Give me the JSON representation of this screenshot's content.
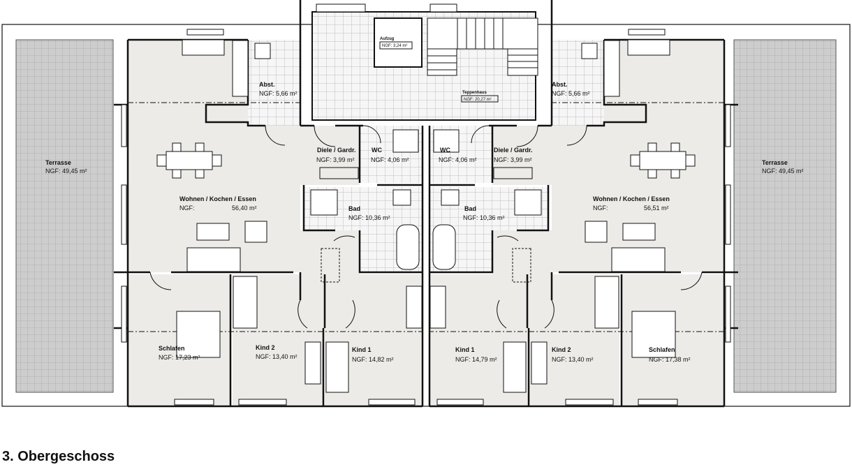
{
  "plan": {
    "title": "3. Obergeschoss",
    "colors": {
      "floor": "#ecebe8",
      "tile": "#f4f4f4",
      "terrace": "#cfcfcf",
      "wall": "#111111"
    },
    "core": {
      "elevator": {
        "name": "Aufzug",
        "area": "NGF: 3,24 m²"
      },
      "stairs": {
        "name": "Teppenhaus",
        "area": "NGF: 20,27 m²"
      }
    },
    "left": {
      "terrace": {
        "name": "Terrasse",
        "area": "NGF: 49,45 m²"
      },
      "storage": {
        "name": "Abst.",
        "area": "NGF: 5,66 m²"
      },
      "hall": {
        "name": "Diele / Gardr.",
        "area": "NGF: 3,99 m²"
      },
      "wc": {
        "name": "WC",
        "area": "NGF: 4,06 m²"
      },
      "living": {
        "name": "Wohnen / Kochen / Essen",
        "area_label": "NGF:",
        "area": "56,40 m²"
      },
      "bath": {
        "name": "Bad",
        "area": "NGF: 10,36 m²"
      },
      "bedroom": {
        "name": "Schlafen",
        "area": "NGF: 17,23 m²"
      },
      "kid2": {
        "name": "Kind 2",
        "area": "NGF: 13,40 m²"
      },
      "kid1": {
        "name": "Kind 1",
        "area": "NGF: 14,82 m²"
      }
    },
    "right": {
      "terrace": {
        "name": "Terrasse",
        "area": "NGF: 49,45 m²"
      },
      "storage": {
        "name": "Abst.",
        "area": "NGF: 5,66 m²"
      },
      "hall": {
        "name": "Diele / Gardr.",
        "area": "NGF: 3,99 m²"
      },
      "wc": {
        "name": "WC",
        "area": "NGF: 4,06 m²"
      },
      "living": {
        "name": "Wohnen / Kochen / Essen",
        "area_label": "NGF:",
        "area": "56,51 m²"
      },
      "bath": {
        "name": "Bad",
        "area": "NGF: 10,36 m²"
      },
      "bedroom": {
        "name": "Schlafen",
        "area": "NGF: 17,38 m²"
      },
      "kid2": {
        "name": "Kind 2",
        "area": "NGF: 13,40 m²"
      },
      "kid1": {
        "name": "Kind 1",
        "area": "NGF: 14,79 m²"
      }
    }
  }
}
